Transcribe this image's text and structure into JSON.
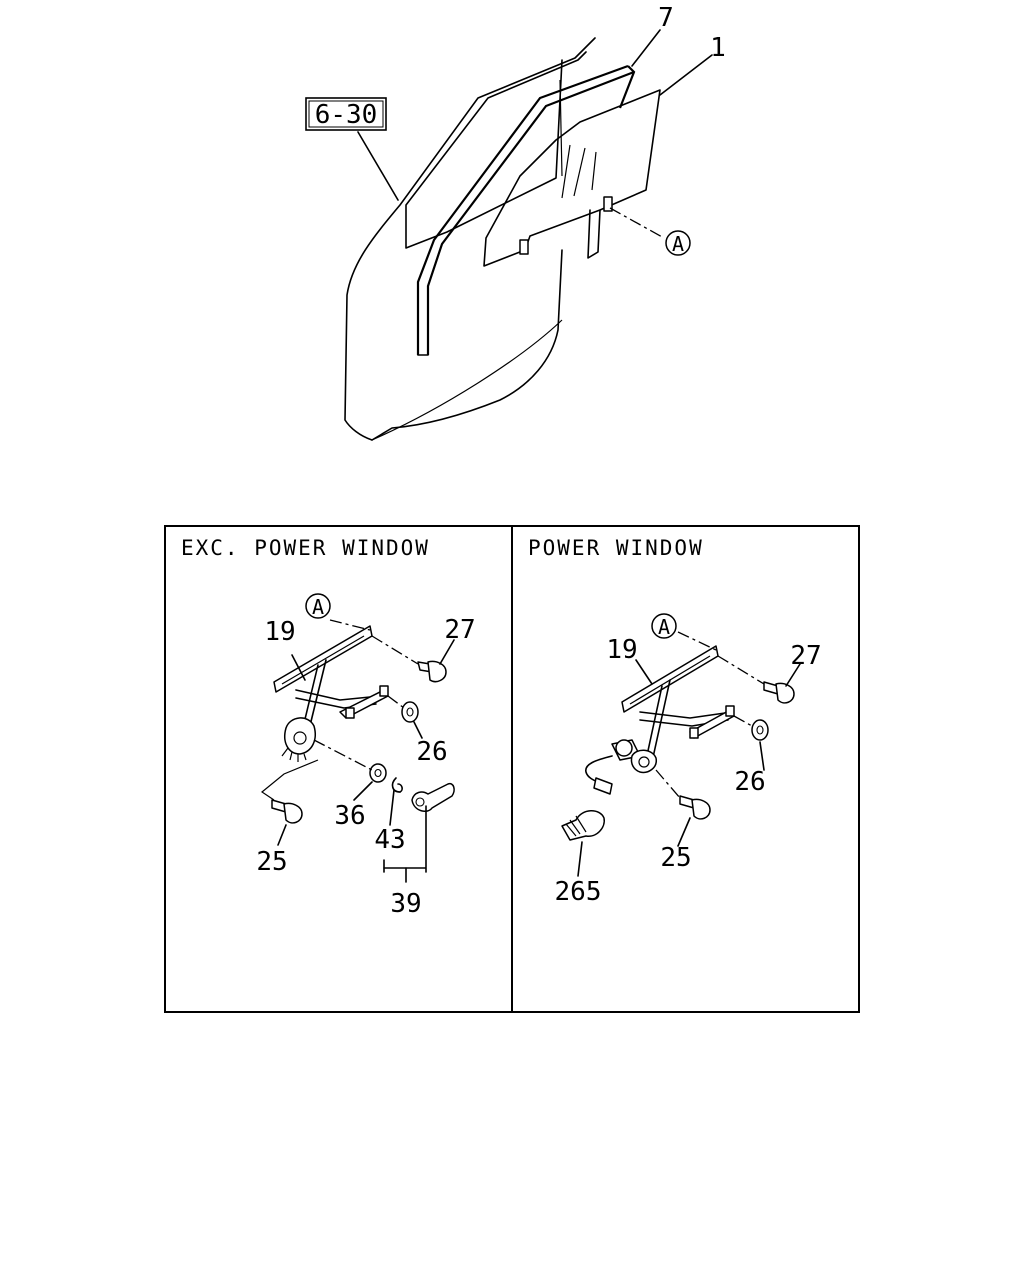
{
  "top_section": {
    "ref_box_label": "6-30",
    "callouts": {
      "glass_run": "7",
      "door_glass": "1",
      "ref_a": "A"
    }
  },
  "left_panel": {
    "title": "EXC. POWER WINDOW",
    "callouts": {
      "ref_a": "A",
      "regulator": "19",
      "bolt_27": "27",
      "nut_26": "26",
      "washer_36": "36",
      "bolt_25": "25",
      "clip_43": "43",
      "handle_39": "39"
    }
  },
  "right_panel": {
    "title": "POWER WINDOW",
    "callouts": {
      "ref_a": "A",
      "regulator": "19",
      "bolt_27": "27",
      "nut_26": "26",
      "bolt_25": "25",
      "clip_265": "265"
    }
  }
}
